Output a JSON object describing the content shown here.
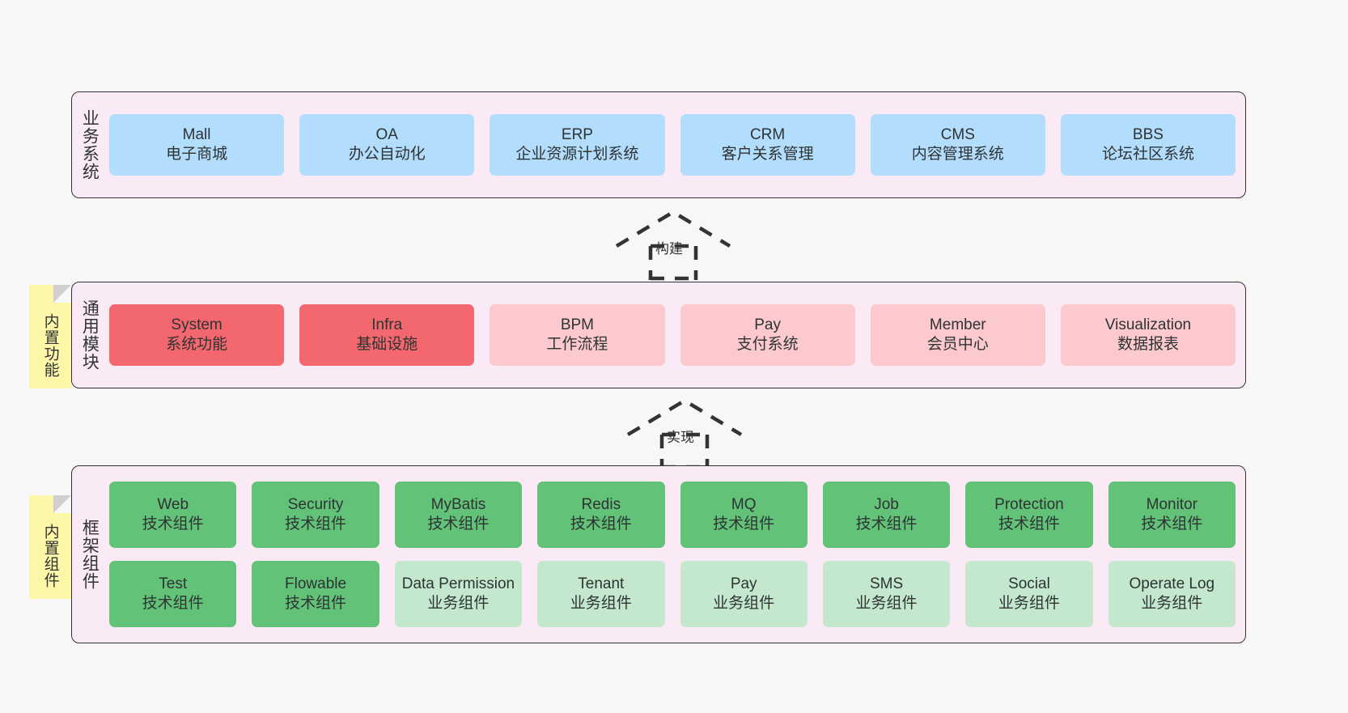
{
  "diagram": {
    "background_color": "#f7f7f7",
    "layer_background": "#f9eaf5",
    "layers": [
      {
        "id": "business",
        "title": "业务系统",
        "rows": [
          {
            "cells": [
              {
                "en": "Mall",
                "cn": "电子商城",
                "color": "#b3ddfc"
              },
              {
                "en": "OA",
                "cn": "办公自动化",
                "color": "#b3ddfc"
              },
              {
                "en": "ERP",
                "cn": "企业资源计划系统",
                "color": "#b3ddfc"
              },
              {
                "en": "CRM",
                "cn": "客户关系管理",
                "color": "#b3ddfc"
              },
              {
                "en": "CMS",
                "cn": "内容管理系统",
                "color": "#b3ddfc"
              },
              {
                "en": "BBS",
                "cn": "论坛社区系统",
                "color": "#b3ddfc"
              }
            ]
          }
        ]
      },
      {
        "id": "module",
        "title": "通用模块",
        "note": "内置功能",
        "rows": [
          {
            "cells": [
              {
                "en": "System",
                "cn": "系统功能",
                "color": "#f2686e"
              },
              {
                "en": "Infra",
                "cn": "基础设施",
                "color": "#f2686e"
              },
              {
                "en": "BPM",
                "cn": "工作流程",
                "color": "#fbc9ce"
              },
              {
                "en": "Pay",
                "cn": "支付系统",
                "color": "#fbc9ce"
              },
              {
                "en": "Member",
                "cn": "会员中心",
                "color": "#fbc9ce"
              },
              {
                "en": "Visualization",
                "cn": "数据报表",
                "color": "#fbc9ce"
              }
            ]
          }
        ]
      },
      {
        "id": "framework",
        "title": "框架组件",
        "note": "内置组件",
        "rows": [
          {
            "cells": [
              {
                "en": "Web",
                "cn": "技术组件",
                "color": "#61c278"
              },
              {
                "en": "Security",
                "cn": "技术组件",
                "color": "#61c278"
              },
              {
                "en": "MyBatis",
                "cn": "技术组件",
                "color": "#61c278"
              },
              {
                "en": "Redis",
                "cn": "技术组件",
                "color": "#61c278"
              },
              {
                "en": "MQ",
                "cn": "技术组件",
                "color": "#61c278"
              },
              {
                "en": "Job",
                "cn": "技术组件",
                "color": "#61c278"
              },
              {
                "en": "Protection",
                "cn": "技术组件",
                "color": "#61c278"
              },
              {
                "en": "Monitor",
                "cn": "技术组件",
                "color": "#61c278"
              }
            ]
          },
          {
            "cells": [
              {
                "en": "Test",
                "cn": "技术组件",
                "color": "#61c278"
              },
              {
                "en": "Flowable",
                "cn": "技术组件",
                "color": "#61c278"
              },
              {
                "en": "Data Permission",
                "cn": "业务组件",
                "color": "#c4e8cd"
              },
              {
                "en": "Tenant",
                "cn": "业务组件",
                "color": "#c4e8cd"
              },
              {
                "en": "Pay",
                "cn": "业务组件",
                "color": "#c4e8cd"
              },
              {
                "en": "SMS",
                "cn": "业务组件",
                "color": "#c4e8cd"
              },
              {
                "en": "Social",
                "cn": "业务组件",
                "color": "#c4e8cd"
              },
              {
                "en": "Operate Log",
                "cn": "业务组件",
                "color": "#c4e8cd"
              }
            ]
          }
        ]
      }
    ],
    "connectors": [
      {
        "id": "build",
        "label": "构建",
        "style": "dashed-generalization",
        "from": "module",
        "to": "business"
      },
      {
        "id": "implement",
        "label": "实现",
        "style": "dashed-generalization",
        "from": "framework",
        "to": "module"
      }
    ],
    "notes": [
      {
        "id": "builtin-feature",
        "text": "内置功能",
        "color": "#fcf6a8"
      },
      {
        "id": "builtin-component",
        "text": "内置组件",
        "color": "#fcf6a8"
      }
    ]
  }
}
